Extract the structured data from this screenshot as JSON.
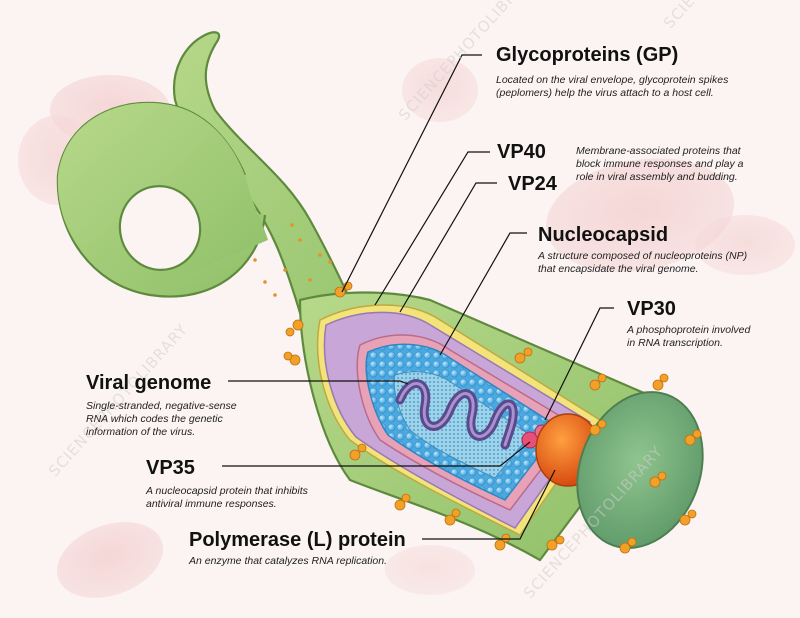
{
  "labels": {
    "gp": {
      "title": "Glycoproteins (GP)",
      "desc": [
        "Located on the viral envelope, glycoprotein spikes",
        "(peplomers) help the virus attach to a host cell."
      ]
    },
    "vp40": {
      "title": "VP40",
      "desc": [
        "Membrane-associated proteins that",
        "block immune responses and play a",
        "role in viral assembly and budding."
      ]
    },
    "vp24": {
      "title": "VP24"
    },
    "nucleocapsid": {
      "title": "Nucleocapsid",
      "desc": [
        "A structure composed of nucleoproteins (NP)",
        "that encapsidate the viral genome."
      ]
    },
    "vp30": {
      "title": "VP30",
      "desc": [
        "A phosphoprotein involved",
        "in RNA transcription."
      ]
    },
    "genome": {
      "title": "Viral genome",
      "desc": [
        "Single-stranded, negative-sense",
        "RNA which codes the genetic",
        "information of the virus."
      ]
    },
    "vp35": {
      "title": "VP35",
      "desc": [
        "A nucleocapsid protein that inhibits",
        "antiviral immune responses."
      ]
    },
    "polymerase": {
      "title": "Polymerase (L) protein",
      "desc": [
        "An enzyme that catalyzes RNA replication."
      ]
    }
  },
  "watermark": "SCIENCEPHOTOLIBRARY",
  "colors": {
    "envelope": "#a8cf7a",
    "envelope_dark": "#6d9a4e",
    "end_cap": "#7ab07c",
    "matrix": "#c9a8d6",
    "capsid": "#5bb8e8",
    "rna": "#6e5a9c",
    "spike": "#f0a830",
    "vp30": "#e8507a",
    "polymerase": "#e86020",
    "background_blob": "#f0c4c4"
  }
}
